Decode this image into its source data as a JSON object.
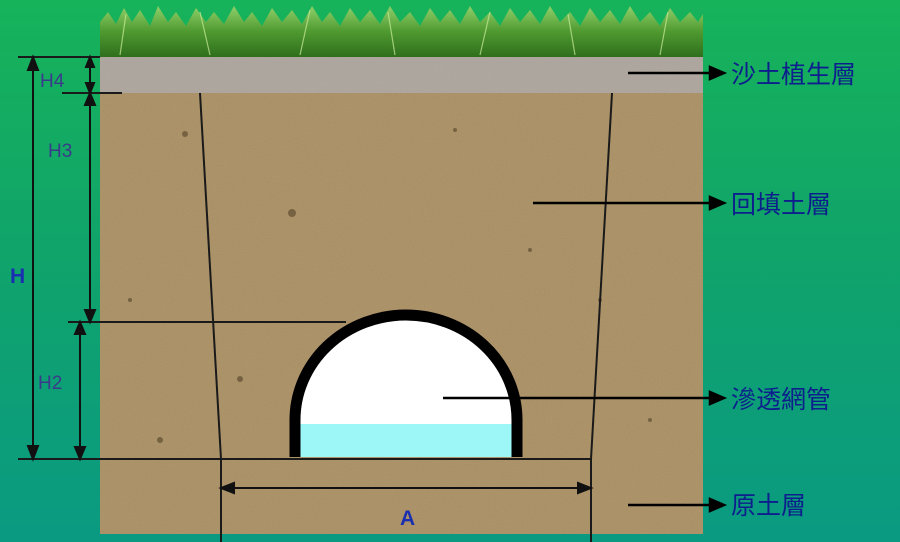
{
  "layers": {
    "vegetation": "沙土植生層",
    "backfill": "回填土層",
    "pipe": "滲透網管",
    "native": "原土層"
  },
  "dimensions": {
    "total": "H",
    "h4": "H4",
    "h3": "H3",
    "h2": "H2",
    "width": "A"
  },
  "colors": {
    "background": "#12a867",
    "label_text": "#0d1f8c",
    "soil": "#a58a5e",
    "gravel": "#b3aaa0",
    "grass": "#3f8f2a",
    "pipe_outline": "#000000",
    "pipe_water": "#9ef7f7"
  }
}
